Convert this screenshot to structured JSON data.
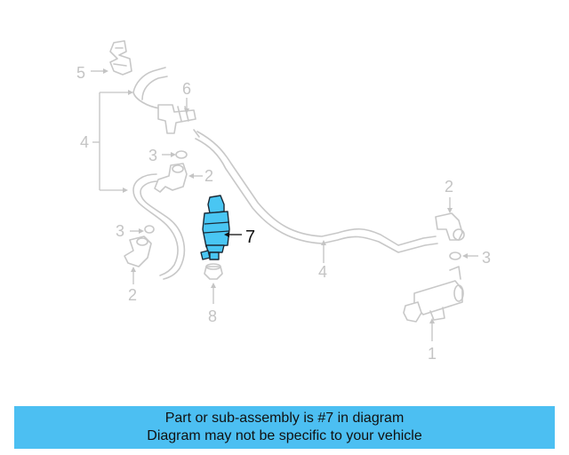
{
  "diagram": {
    "callouts": {
      "label_1": "1",
      "label_2_left_upper": "2",
      "label_2_left_lower": "2",
      "label_2_right": "2",
      "label_3_left_upper": "3",
      "label_3_left_lower": "3",
      "label_3_right": "3",
      "label_4_left": "4",
      "label_4_bottom": "4",
      "label_5": "5",
      "label_6": "6",
      "label_7": "7",
      "label_8": "8"
    },
    "highlight_part": "7",
    "highlight_color": "#49c6f3",
    "ghost_color": "#c8c8c8"
  },
  "banner": {
    "line1": "Part or sub-assembly is #7 in diagram",
    "line2": "Diagram may not be specific to your vehicle",
    "background": "#4cbff2"
  }
}
